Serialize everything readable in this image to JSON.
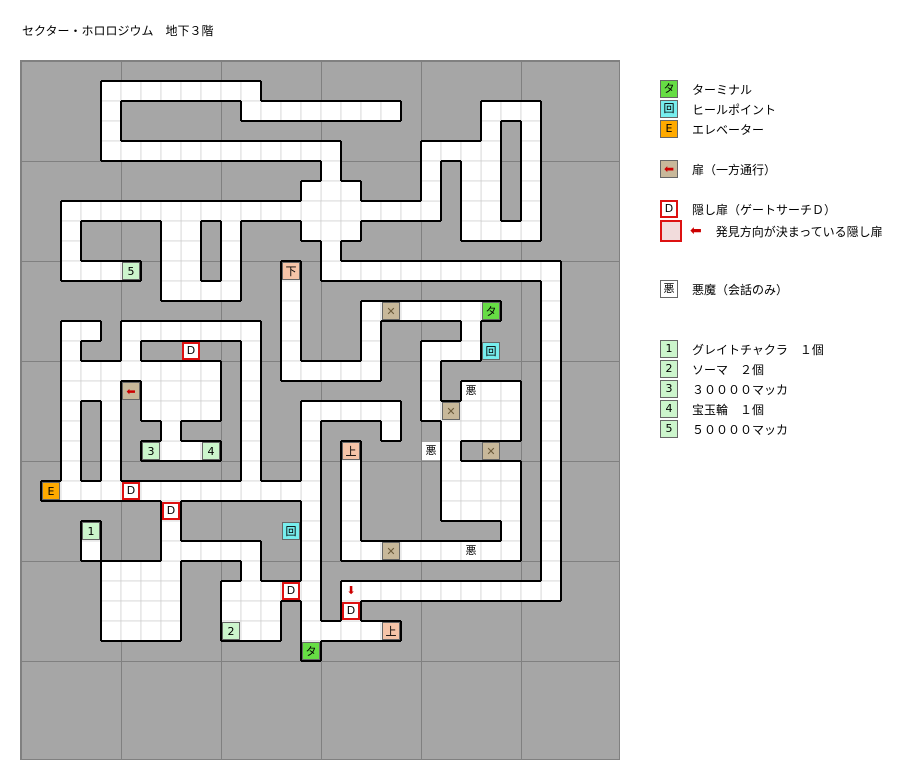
{
  "title": "セクター・ホロロジウム　地下３階",
  "colors": {
    "terminal": "#66dd44",
    "heal": "#77eeee",
    "elevator": "#ffaa00",
    "stairs": "#f5c4a8",
    "item": "#ccf5cc",
    "hidden_door_border": "#dd1111",
    "door_tile": "#c8b89a",
    "floor": "#ffffff",
    "wall": "#000000"
  },
  "map_labels": {
    "terminal": "タ",
    "heal": "回",
    "elevator": "E",
    "hidden_door": "D",
    "demon": "悪",
    "up": "上",
    "down": "下"
  },
  "legend": {
    "terminal": "ターミナル",
    "heal": "ヒールポイント",
    "elevator": "エレベーター",
    "oneway": "扉（一方通行）",
    "hidden": "隠し扉（ゲートサーチＤ）",
    "hidden_dir": "発見方向が決まっている隠し扉",
    "demon": "悪魔（会話のみ）",
    "items": [
      {
        "num": "1",
        "text": "グレイトチャクラ　１個"
      },
      {
        "num": "2",
        "text": "ソーマ　２個"
      },
      {
        "num": "3",
        "text": "３００００マッカ"
      },
      {
        "num": "4",
        "text": "宝玉輪　１個"
      },
      {
        "num": "5",
        "text": "５００００マッカ"
      }
    ]
  }
}
